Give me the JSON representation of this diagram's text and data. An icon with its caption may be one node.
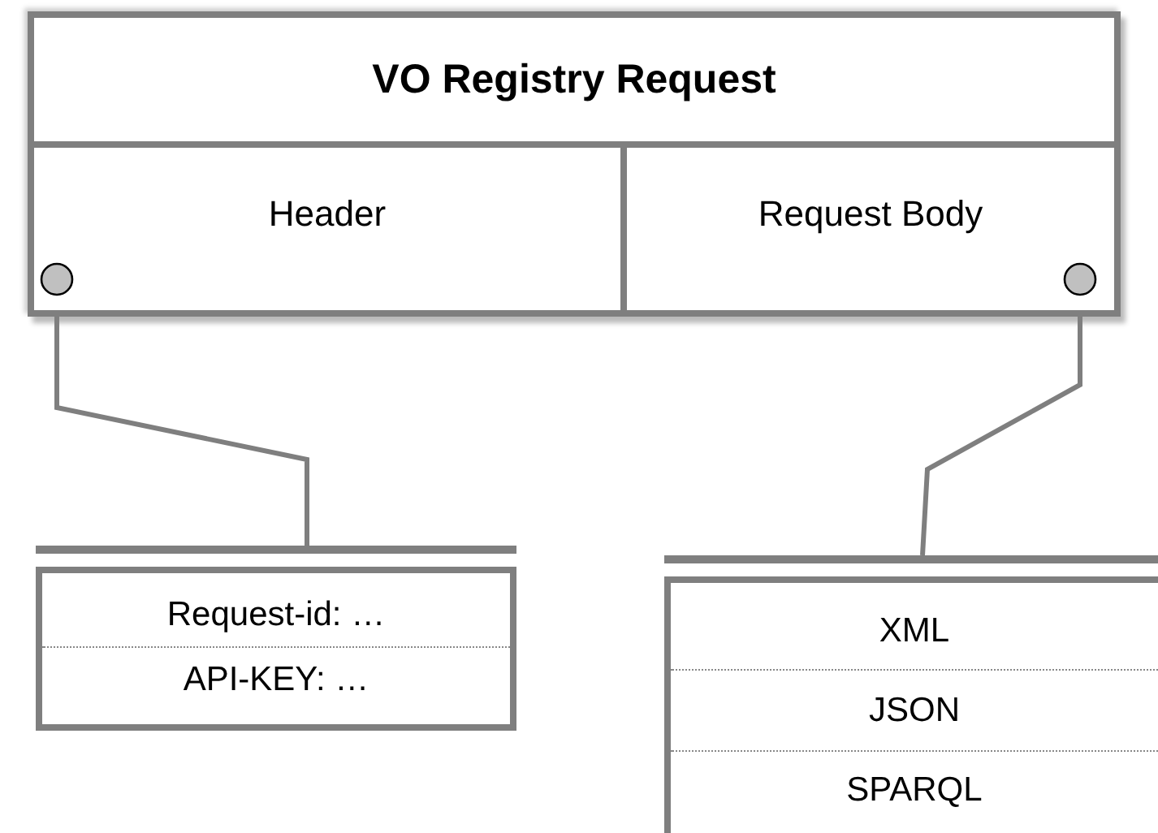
{
  "diagram": {
    "nodes": [
      {
        "text": [
          "VO Registry Request"
        ]
      },
      {
        "text": [
          "Header"
        ],
        "in": 0
      },
      {
        "text": [
          "Request Body"
        ],
        "in": 0
      },
      {
        "text": [
          "Request-id: …",
          "API-KEY: …"
        ]
      },
      {
        "text": [
          "XML",
          "JSON",
          "SPARQL"
        ]
      }
    ],
    "edges": [
      {
        "from": 1,
        "to": 3,
        "arrow": "other"
      },
      {
        "from": 2,
        "to": 4,
        "arrow": "other"
      }
    ]
  }
}
